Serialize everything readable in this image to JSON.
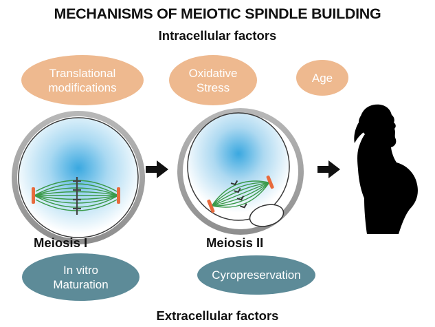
{
  "title": "MECHANISMS OF MEIOTIC SPINDLE BUILDING",
  "intracellular": {
    "heading": "Intracellular factors",
    "factors": [
      {
        "label": "Translational modifications"
      },
      {
        "label": "Oxidative Stress"
      },
      {
        "label": "Age"
      }
    ]
  },
  "stages": [
    {
      "label": "Meiosis I"
    },
    {
      "label": "Meiosis II"
    }
  ],
  "extracellular": {
    "heading": "Extracellular factors",
    "factors": [
      {
        "label": "In vitro Maturation"
      },
      {
        "label": "Cyropreservation"
      }
    ]
  },
  "colors": {
    "intracellular_pill": "#eeb98f",
    "extracellular_pill": "#5d8b98",
    "spindle": "#3a9a4a",
    "kinetochore": "#e86a3c",
    "cytoplasm": "#3aa8e0"
  },
  "icons": [
    "right-arrow-icon",
    "pregnant-woman-silhouette-icon"
  ]
}
